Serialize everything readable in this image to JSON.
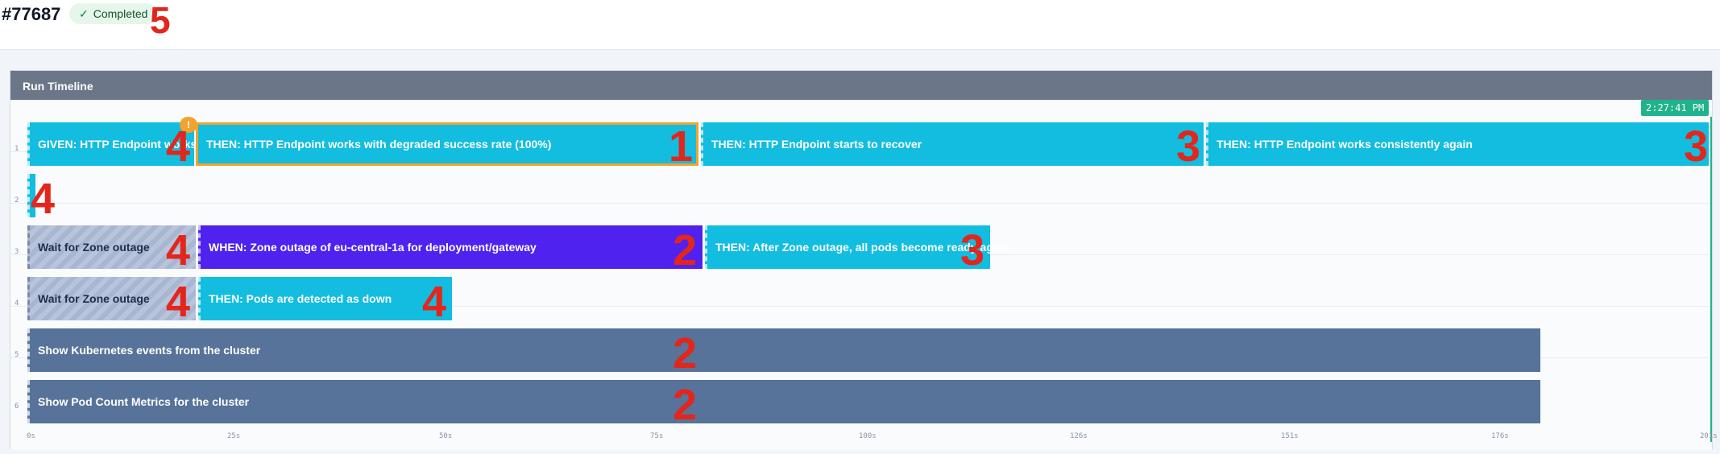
{
  "header": {
    "run_id": "#77687",
    "status": "Completed",
    "check_icon": "✓"
  },
  "annotations": {
    "status": "5",
    "marks": [
      "4",
      "1",
      "3",
      "3",
      "4",
      "4",
      "2",
      "3",
      "4",
      "4",
      "2",
      "2"
    ]
  },
  "panel": {
    "title": "Run Timeline",
    "now_time": "2:27:41 PM"
  },
  "lanes": [
    "1",
    "2",
    "3",
    "4",
    "5",
    "6"
  ],
  "bars": {
    "given_http": "GIVEN: HTTP Endpoint works",
    "then_degraded": "THEN: HTTP Endpoint works with degraded success rate (100%)",
    "then_recover": "THEN: HTTP Endpoint starts to recover",
    "then_consistent": "THEN: HTTP Endpoint works consistently again",
    "wait_zone_1": "Wait for Zone outage",
    "when_zone": "WHEN: Zone outage of eu-central-1a for deployment/gateway",
    "then_pods_ready": "THEN: After Zone outage, all pods become ready again",
    "wait_zone_2": "Wait for Zone outage",
    "then_pods_down": "THEN: Pods are detected as down",
    "k8s_events": "Show Kubernetes events from the cluster",
    "pod_metrics": "Show Pod Count Metrics for the cluster"
  },
  "axis": [
    "0s",
    "25s",
    "50s",
    "75s",
    "100s",
    "126s",
    "151s",
    "176s",
    "201s"
  ],
  "colors": {
    "cyan": "#12bde0",
    "purple": "#4f22f0",
    "slate": "#577399",
    "warn": "#f0a32e",
    "now": "#1fb38c"
  }
}
